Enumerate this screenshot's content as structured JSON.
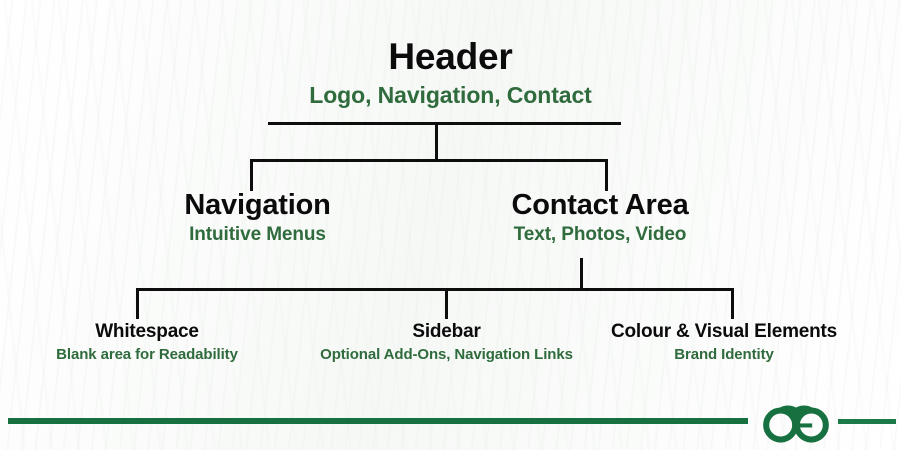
{
  "diagram": {
    "type": "hierarchy-tree",
    "theme": {
      "title_color": "#0b0b0b",
      "subtitle_color": "#2f6b3c",
      "line_color": "#0d0d0d",
      "brand_green": "#16703f",
      "background": "#ffffff"
    },
    "levels": [
      {
        "level": 1,
        "nodes": [
          {
            "title": "Header",
            "subtitle": "Logo, Navigation, Contact"
          }
        ]
      },
      {
        "level": 2,
        "nodes": [
          {
            "title": "Navigation",
            "subtitle": "Intuitive Menus"
          },
          {
            "title": "Contact Area",
            "subtitle": "Text, Photos, Video"
          }
        ]
      },
      {
        "level": 3,
        "nodes": [
          {
            "title": "Whitespace",
            "subtitle": "Blank area for Readability"
          },
          {
            "title": "Sidebar",
            "subtitle": "Optional Add-Ons, Navigation Links"
          },
          {
            "title": "Colour & Visual Elements",
            "subtitle": "Brand Identity"
          }
        ]
      }
    ]
  },
  "footer": {
    "logo_name": "geeksforgeeks-logo",
    "logo_color": "#16703f"
  }
}
